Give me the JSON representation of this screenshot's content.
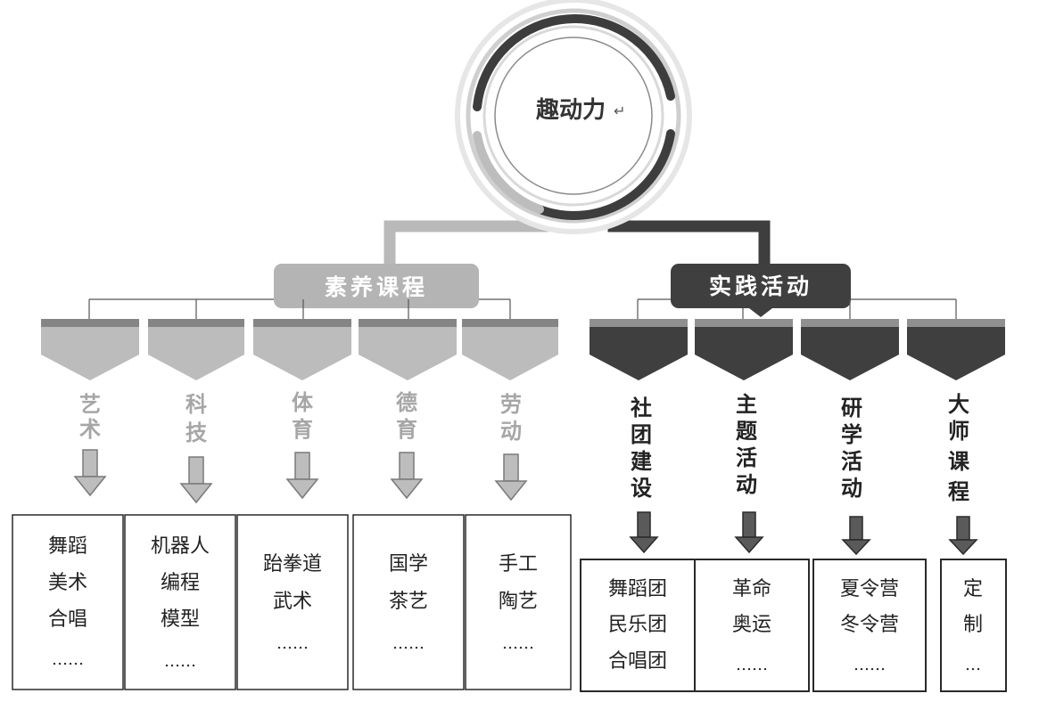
{
  "center": {
    "title": "趣动力"
  },
  "branches": [
    {
      "label": "素养课程",
      "tone": "light",
      "categories": [
        {
          "label": "艺术",
          "items": [
            "舞蹈",
            "美术",
            "合唱",
            "……"
          ]
        },
        {
          "label": "科技",
          "items": [
            "机器人",
            "编程",
            "模型",
            "……"
          ]
        },
        {
          "label": "体育",
          "items": [
            "跆拳道",
            "武术",
            "……"
          ]
        },
        {
          "label": "德育",
          "items": [
            "国学",
            "茶艺",
            "……"
          ]
        },
        {
          "label": "劳动",
          "items": [
            "手工",
            "陶艺",
            "……"
          ]
        }
      ]
    },
    {
      "label": "实践活动",
      "tone": "dark",
      "categories": [
        {
          "label": "社团建设",
          "items": [
            "舞蹈团",
            "民乐团",
            "合唱团"
          ]
        },
        {
          "label": "主题活动",
          "items": [
            "革命",
            "奥运",
            "……"
          ]
        },
        {
          "label": "研学活动",
          "items": [
            "夏令营",
            "冬令营",
            "……"
          ]
        },
        {
          "label": "大师课程",
          "items": [
            "定",
            "制",
            "…"
          ]
        }
      ]
    }
  ],
  "colors": {
    "light": "#b4b4b4",
    "light_text": "#a6a6a6",
    "dark": "#3f3f3f",
    "dark_text": "#222222",
    "box_border": "#2a2a2a",
    "line": "#555555"
  }
}
